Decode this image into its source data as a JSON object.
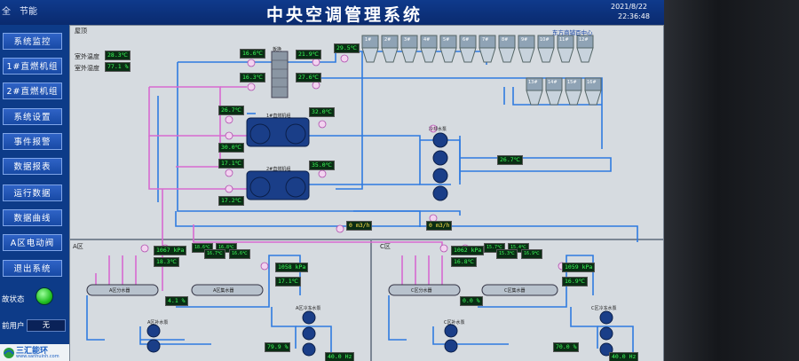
{
  "header": {
    "menu_left": "全",
    "menu_energy": "节能",
    "title": "中央空调管理系统",
    "date": "2021/8/22",
    "time": "22:36:48",
    "site": "东方商铺百中心"
  },
  "nav": {
    "items": [
      {
        "label": "系统监控"
      },
      {
        "label": "1#直燃机组"
      },
      {
        "label": "2#直燃机组"
      },
      {
        "label": "系统设置"
      },
      {
        "label": "事件报警"
      },
      {
        "label": "数据报表"
      },
      {
        "label": "运行数据"
      },
      {
        "label": "数据曲线"
      },
      {
        "label": "A区电动阀"
      },
      {
        "label": "退出系统"
      }
    ],
    "status_label": "故状态",
    "user_label": "前用户",
    "user_value": "无"
  },
  "logo": {
    "name": "三汇能环",
    "sub": "www.sanhuinh.com"
  },
  "colors": {
    "status_green": "#22c022",
    "header_blue": "#0f3a8c",
    "lcd_green": "#3cff5a"
  },
  "roof": {
    "label": "屋顶",
    "outdoor_temp_label": "室外温度",
    "outdoor_temp": "28.3℃",
    "outdoor_humidity_label": "室外湿度",
    "outdoor_humidity": "77.1 %",
    "tower_temp": "29.5℃",
    "tower_labels": [
      "1#",
      "2#",
      "3#",
      "4#",
      "5#",
      "6#",
      "7#",
      "8#",
      "9#",
      "10#",
      "11#",
      "12#"
    ],
    "tower_labels_row2": [
      "13#",
      "14#",
      "15#",
      "16#"
    ]
  },
  "plant": {
    "exchanger_label": "板换",
    "t_left_1": "16.6℃",
    "t_left_2": "16.3℃",
    "t_right_1": "21.9℃",
    "t_right_2": "27.6℃",
    "chiller1_label": "1#直燃机组",
    "chiller1_in": "26.7℃",
    "chiller1_out_right": "32.0℃",
    "chiller1_out": "30.0℃",
    "chiller2_label": "2#直燃机组",
    "chiller2_in": "17.1℃",
    "chiller2_out_right": "35.0℃",
    "chiller2_out": "17.2℃",
    "cooling_pump_label": "冷却水泵",
    "cooling_temp": "26.7℃",
    "flow_1": "0  m3/h",
    "flow_2": "0  m3/h"
  },
  "zone_a": {
    "label": "A区",
    "pressure": "1067 kPa",
    "temp": "18.3℃",
    "dist_label": "A区分水器",
    "collect_label": "A区集水器",
    "t1": "18.6℃",
    "t2": "16.8℃",
    "t3": "16.7℃",
    "t4": "16.6℃",
    "pressure2": "1058 kPa",
    "temp2": "17.1℃",
    "valve_pct": "4.1 %",
    "pump1_label": "A区补水泵",
    "pump2_label": "A区冷冻水泵",
    "pct": "79.9 %",
    "freq": "40.0 Hz"
  },
  "zone_c": {
    "label": "C区",
    "pressure": "1062 kPa",
    "temp": "16.8℃",
    "dist_label": "C区分水器",
    "collect_label": "C区集水器",
    "t1": "15.7℃",
    "t2": "15.4℃",
    "t3": "15.3℃",
    "t4": "16.9℃",
    "pressure2": "1059 kPa",
    "temp2": "16.9℃",
    "valve_pct": "0.0 %",
    "pump1_label": "C区补水泵",
    "pump2_label": "C区冷冻水泵",
    "pct": "70.0 %",
    "freq": "40.0 Hz"
  }
}
